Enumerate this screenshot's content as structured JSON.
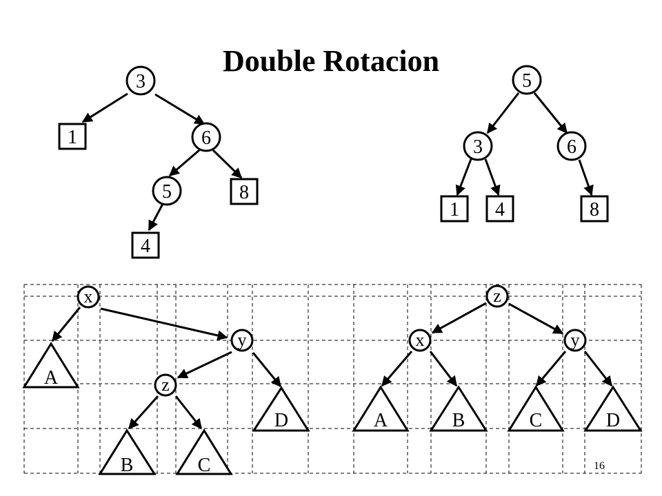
{
  "title": "Double Rotacion",
  "page_number": "16",
  "left_tree": {
    "root": "3",
    "root_left": "1",
    "root_right": "6",
    "right_left": "5",
    "right_right": "8",
    "left_left": "4"
  },
  "right_tree": {
    "root": "5",
    "left": "3",
    "right": "6",
    "left_left": "1",
    "left_right": "4",
    "right_right": "8"
  },
  "schema_before": {
    "x": "x",
    "y": "y",
    "z": "z",
    "A": "A",
    "B": "B",
    "C": "C",
    "D": "D"
  },
  "schema_after": {
    "z": "z",
    "x": "x",
    "y": "y",
    "A": "A",
    "B": "B",
    "C": "C",
    "D": "D"
  }
}
